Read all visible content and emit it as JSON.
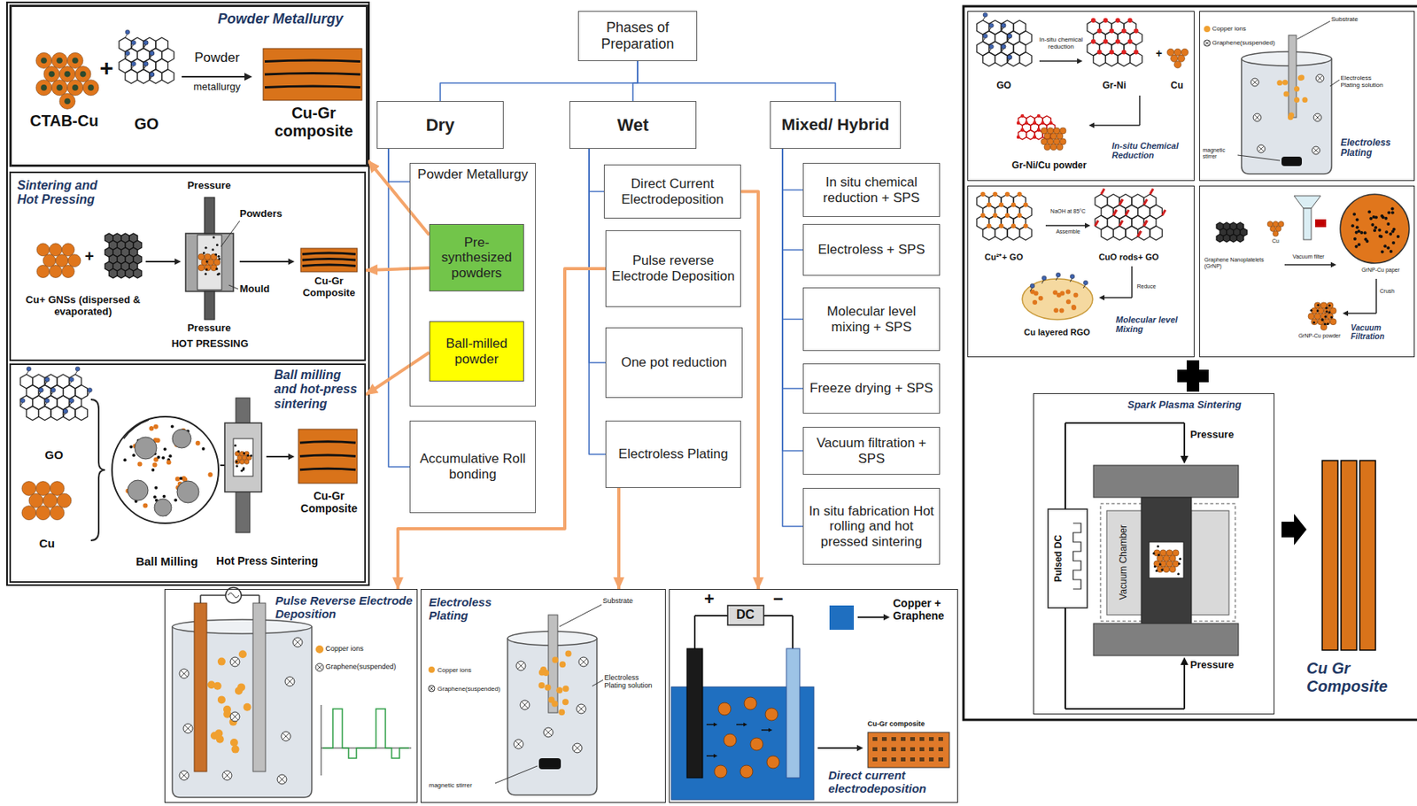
{
  "diagram": {
    "nodes": [
      {
        "text": [
          "Phases of Preparation"
        ]
      },
      {
        "text": [
          "Dry"
        ]
      },
      {
        "text": [
          "Wet"
        ]
      },
      {
        "text": [
          "Mixed/ Hybrid"
        ]
      },
      {
        "text": [
          "Powder Metallurgy"
        ]
      },
      {
        "text": [
          "Pre-synthesized powders"
        ],
        "in": 4
      },
      {
        "text": [
          "Ball-milled powder"
        ],
        "in": 4
      },
      {
        "text": [
          "Accumulative Roll bonding"
        ]
      },
      {
        "text": [
          "Direct Current Electrodeposition"
        ]
      },
      {
        "text": [
          "Pulse reverse Electrode Deposition"
        ]
      },
      {
        "text": [
          "One pot reduction"
        ]
      },
      {
        "text": [
          "Electroless Plating"
        ]
      },
      {
        "text": [
          "In situ chemical reduction + SPS"
        ]
      },
      {
        "text": [
          "Electroless + SPS"
        ]
      },
      {
        "text": [
          "Molecular level mixing + SPS"
        ]
      },
      {
        "text": [
          "Freeze drying + SPS"
        ]
      },
      {
        "text": [
          "Vacuum filtration + SPS"
        ]
      },
      {
        "text": [
          "In situ fabrication Hot rolling and hot pressed sintering"
        ]
      },
      {
        "text": [
          "Powder Metallurgy",
          "CTAB-Cu",
          "+",
          "GO",
          "Powder",
          "metallurgy",
          "Cu-Gr composite"
        ]
      },
      {
        "text": [
          "Sintering and Hot Pressing",
          "Pressure",
          "Powders",
          "+",
          "Cu+ GNSs (dispersed & evaporated)",
          "Mould",
          "Pressure",
          "HOT PRESSING",
          "Cu-Gr Composite"
        ]
      },
      {
        "text": [
          "Ball milling and hot-press sintering",
          "GO",
          "Cu",
          "Ball Milling",
          "Hot Press Sintering",
          "Cu-Gr Composite"
        ]
      },
      {
        "text": [
          "Pulse Reverse Electrode Deposition",
          "Copper ions",
          "Graphene(suspended)"
        ]
      },
      {
        "text": [
          "Electroless Plating",
          "Substrate",
          "Copper ions",
          "Graphene(suspended)",
          "Electroless Plating solution",
          "magnetic stirrer"
        ]
      },
      {
        "text": [
          "+",
          "DC",
          "−",
          "Direct current electrodeposition",
          "Cu-Gr composite"
        ]
      },
      {
        "text": [
          "GO",
          "In-situ chemical reduction",
          "Gr-Ni",
          "+",
          "Cu",
          "Gr-Ni/Cu powder",
          "In-situ Chemical Reduction"
        ]
      },
      {
        "text": [
          "Substrate",
          "Copper ions",
          "Graphene(suspended)",
          "Electroless Plating solution",
          "magnetic stirrer",
          "Electroless Plating"
        ]
      },
      {
        "text": [
          "NaOH at 85°C",
          "Assemble",
          "Cu²⁺+ GO",
          "CuO rods+ GO",
          "Reduce",
          "Cu layered RGO",
          "Molecular level Mixing"
        ]
      },
      {
        "text": [
          "Graphene Nanoplatelets (GrNP)",
          "Cu",
          "Vacuum filter",
          "GrNP-Cu paper",
          "Crush",
          "GrNP-Cu powder",
          "Vacuum Filtration"
        ]
      },
      {
        "text": [
          "Spark Plasma Sintering",
          "Pressure",
          "Pulsed DC",
          "Vacuum Chamber",
          "Pressure"
        ]
      }
    ],
    "edges": [
      {
        "from": 0,
        "to": 1,
        "arrow": "none"
      },
      {
        "from": 0,
        "to": 2,
        "arrow": "none"
      },
      {
        "from": 0,
        "to": 3,
        "arrow": "none"
      },
      {
        "from": 1,
        "to": 4,
        "arrow": "none"
      },
      {
        "from": 1,
        "to": 7,
        "arrow": "none"
      },
      {
        "from": 2,
        "to": 8,
        "arrow": "none"
      },
      {
        "from": 2,
        "to": 9,
        "arrow": "none"
      },
      {
        "from": 2,
        "to": 10,
        "arrow": "none"
      },
      {
        "from": 2,
        "to": 11,
        "arrow": "none"
      },
      {
        "from": 3,
        "to": 12,
        "arrow": "none"
      },
      {
        "from": 3,
        "to": 13,
        "arrow": "none"
      },
      {
        "from": 3,
        "to": 14,
        "arrow": "none"
      },
      {
        "from": 3,
        "to": 15,
        "arrow": "none"
      },
      {
        "from": 3,
        "to": 16,
        "arrow": "none"
      },
      {
        "from": 3,
        "to": 17,
        "arrow": "none"
      },
      {
        "from": 5,
        "to": 18,
        "arrow": "to"
      },
      {
        "from": 5,
        "to": 19,
        "arrow": "to"
      },
      {
        "from": 6,
        "to": 20,
        "arrow": "to"
      },
      {
        "from": 9,
        "to": 21,
        "arrow": "to"
      },
      {
        "from": 11,
        "to": 22,
        "arrow": "to"
      },
      {
        "from": 8,
        "to": 23,
        "arrow": "to"
      }
    ],
    "labels": [
      "Cu Gr Composite"
    ],
    "legend": [
      {
        "text": "Copper + Graphene",
        "color": "#1f6fc0"
      }
    ]
  }
}
